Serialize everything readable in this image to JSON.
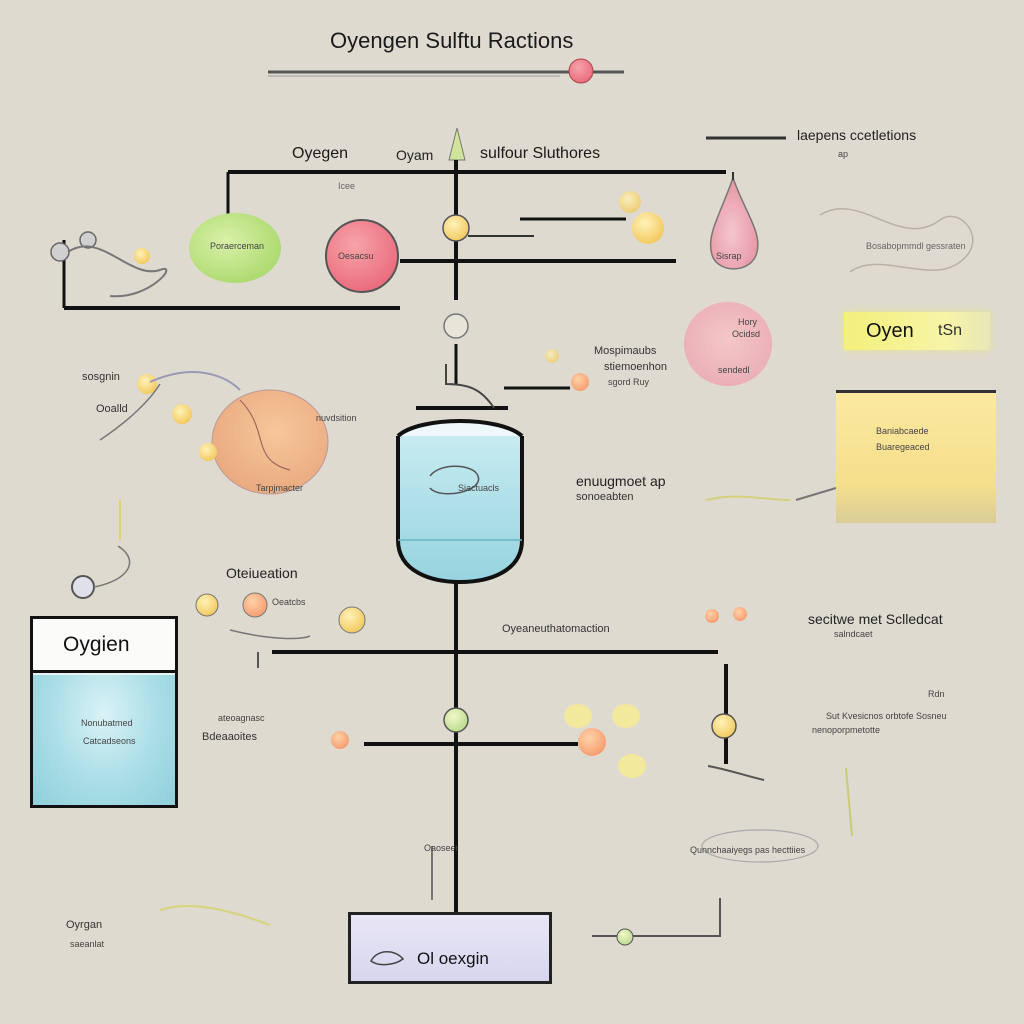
{
  "title": "Oyengen Sulftu Ractions",
  "header": {
    "left": "Oyegen",
    "middle": "Oyam",
    "right": "sulfour  Sluthores"
  },
  "top_right": {
    "label": "laepens ccetletions",
    "sub": "ap"
  },
  "labels": {
    "green_blob": "Poraerceman",
    "red_circle": "Oesacsu",
    "drop": "Sisrap",
    "small_top": "Icee",
    "pink_blob": {
      "line1": "Hory",
      "line2": "Ocidsd",
      "line3": "sendedl"
    },
    "mid_text": {
      "line1": "Mospimaubs",
      "line2": "stiemoenhon",
      "line3": "sgord Ruy"
    },
    "right_faint": "Bosabopmmdl gessraten",
    "left_pair": {
      "line1": "sosgnin",
      "line2": "Ooalld"
    },
    "peach_blob": {
      "line1": "nuvdsition",
      "line2": "Tarpjmacter"
    },
    "beaker": "Siactuacls",
    "middle_right": {
      "line1": "enuugmoet ap",
      "line2": "sonoeabten"
    },
    "yellow_panel": {
      "line1": "Baniabcaede",
      "line2": "Buaregeaced"
    },
    "left_mid": "Oteiueation",
    "left_mid_sub": "Oeatcbs",
    "bus": "Oyeaneuthatomaction",
    "right_bus": {
      "line1": "secitwe  met Sclledcat",
      "line2": "salndcaet"
    },
    "right_small": {
      "line1": "Rdn",
      "line2": "Sut Kvesicnos  orbtofe Sosneu",
      "line3": "nenoporpmetotte"
    },
    "left_box_body": {
      "line1": "Nonubatmed",
      "line2": "Catcadseons"
    },
    "mid_left": "Bdeaaoites",
    "mid_left_sub": "ateoagnasc",
    "lower_mid": "Oaoseer",
    "lower_right": "Qunnchaaiyegs pas hecttiies",
    "bottom_left": {
      "line1": "Oyrgan",
      "line2": "saeanlat"
    }
  },
  "yellow_tag": {
    "text": "Oyen",
    "mark": "tSn"
  },
  "left_box": {
    "header": "Oygien"
  },
  "bottom_box": {
    "text": "Ol oexgin"
  },
  "colors": {
    "background": "#dedad0",
    "green": "#b8e07a",
    "red": "#f07f8a",
    "pink": "#f3b4bc",
    "peach": "#f1b889",
    "cyan": "#a6dbe6",
    "yellow": "#f7e08f",
    "lavender": "#dddcf1"
  }
}
